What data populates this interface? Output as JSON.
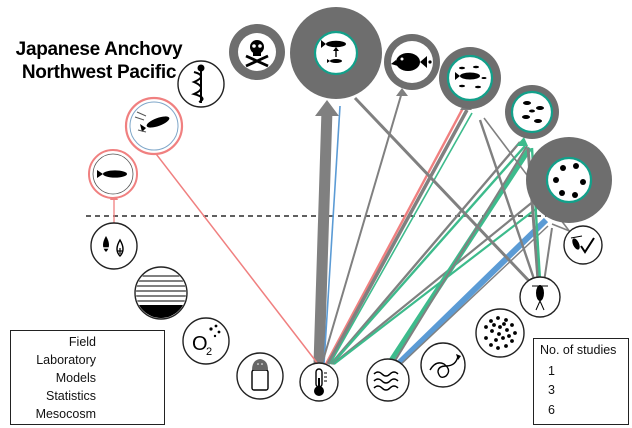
{
  "title": {
    "line1": "Japanese Anchovy",
    "line2": "Northwest Pacific"
  },
  "legend": {
    "items": [
      {
        "label": "Field",
        "color": "#7f7f7f"
      },
      {
        "label": "Laboratory",
        "color": "#f08080"
      },
      {
        "label": "Models",
        "color": "#5b9bd5"
      },
      {
        "label": "Statistics",
        "color": "#3dbb8c"
      },
      {
        "label": "Mesocosm",
        "color": "#f5d33b"
      }
    ]
  },
  "studies_legend": {
    "title": "No. of studies",
    "levels": [
      {
        "label": "1",
        "value": 1
      },
      {
        "label": "3",
        "value": 3
      },
      {
        "label": "6",
        "value": 6
      }
    ]
  },
  "stressors": [
    {
      "id": "salinity",
      "icon": "salinity-drops-icon"
    },
    {
      "id": "stratification",
      "icon": "stratification-icon"
    },
    {
      "id": "oxygen",
      "icon": "oxygen-icon",
      "text": "O2"
    },
    {
      "id": "acidification",
      "icon": "salt-shaker-icon"
    },
    {
      "id": "temperature",
      "icon": "thermometer-icon"
    },
    {
      "id": "turbulence",
      "icon": "turbulence-icon"
    },
    {
      "id": "advection",
      "icon": "spiral-current-icon"
    },
    {
      "id": "prey",
      "icon": "prey-particles-icon"
    },
    {
      "id": "zooplankton",
      "icon": "copepod-icon"
    },
    {
      "id": "prey-quality",
      "icon": "copepod-check-icon"
    }
  ],
  "responses": [
    {
      "id": "physiology",
      "icon": "medical-caduceus-icon"
    },
    {
      "id": "toxicity",
      "icon": "skull-crossbones-icon"
    },
    {
      "id": "growth",
      "icon": "fish-growth-icon"
    },
    {
      "id": "predation",
      "icon": "predator-fish-icon"
    },
    {
      "id": "population",
      "icon": "fish-school-icon"
    },
    {
      "id": "recruitment",
      "icon": "larvae-icon"
    },
    {
      "id": "eggs",
      "icon": "eggs-icon"
    },
    {
      "id": "swimming",
      "icon": "swimming-fish-icon"
    },
    {
      "id": "condition",
      "icon": "fish-condition-icon"
    }
  ]
}
